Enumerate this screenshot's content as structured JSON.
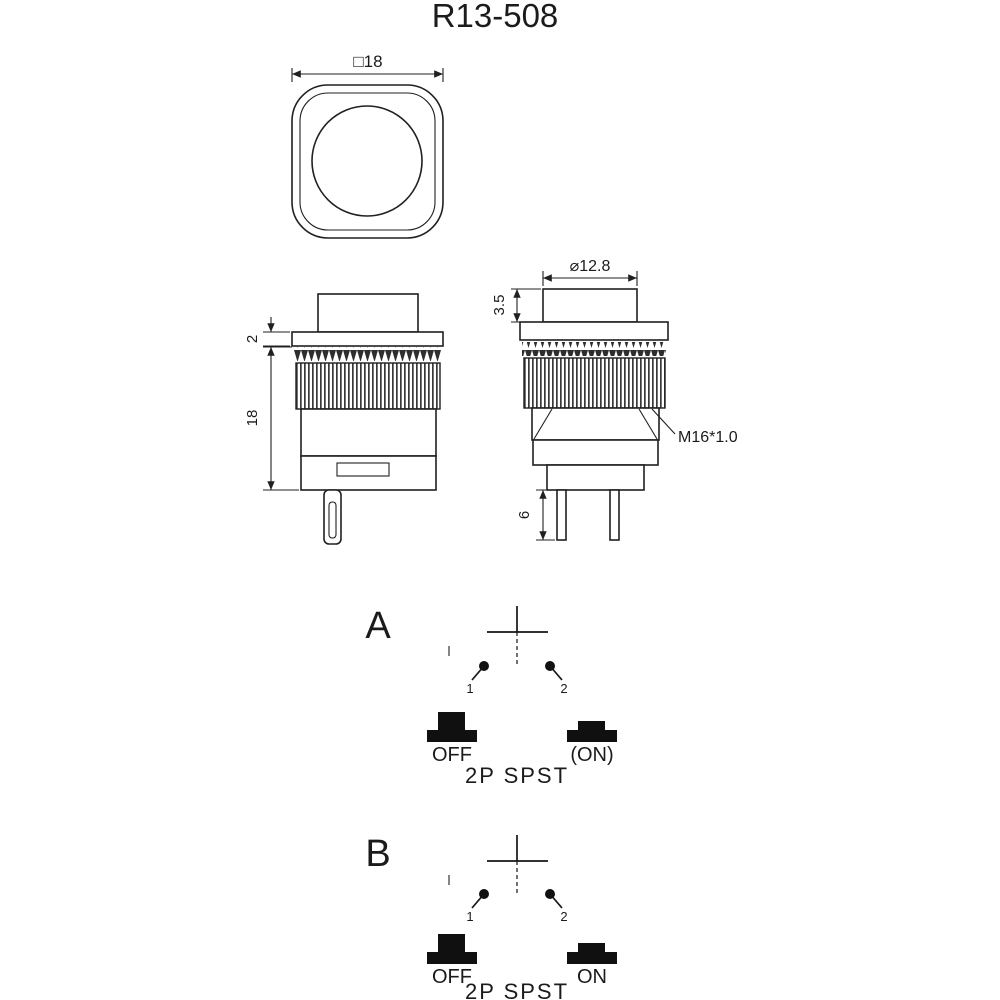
{
  "title": "R13-508",
  "top_view": {
    "dim_side": "□18"
  },
  "front_view": {
    "dim_flange_thickness": "2",
    "dim_body_height": "18"
  },
  "side_view": {
    "dim_button_diameter": "⌀12.8",
    "dim_button_height": "3.5",
    "dim_terminal_length": "6",
    "thread_spec": "M16*1.0"
  },
  "circuit_a": {
    "label": "A",
    "terminal_left": "1",
    "terminal_right": "2",
    "state_left": "OFF",
    "state_right": "(ON)",
    "type": "2P SPST"
  },
  "circuit_b": {
    "label": "B",
    "terminal_left": "1",
    "terminal_right": "2",
    "state_left": "OFF",
    "state_right": "ON",
    "type": "2P SPST"
  },
  "colors": {
    "ink": "#1b1b1b",
    "background": "#ffffff"
  }
}
